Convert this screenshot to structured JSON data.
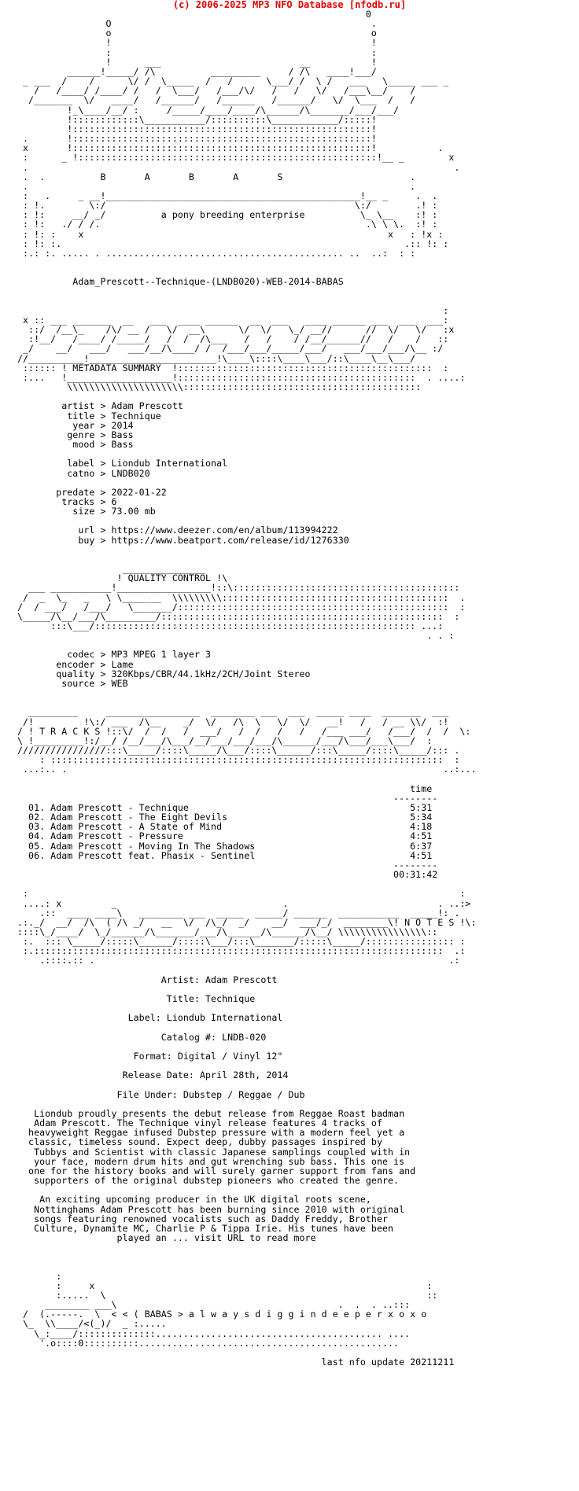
{
  "header": "(c) 2006-2025 MP3 NFO Database [nfodb.ru]",
  "lines": [
    "                                                               0",
    "                O                                               .",
    "                o                                               o",
    "                !                                               !",
    "                :                                               :",
    "                !      ___                         __           !",
    "         ______!_____/ /\\          _________     / /\\   ____!___/",
    " _ ___  /    /      \\/ /  \\_____  /   /      \\___/ /  \\ /   ___   \\_____ ___ _",
    "   /   /____/ /____/ /   /  \\___/   /___/\\/   /   /   \\/   /___\\__/    /",
    "  /_______  \\/   ____/   /______/   /______   /______/   \\/  \\___  /   /",
    "         !_\\____/__/ :     /_____/____/____/\\______/\\_______/___/___/",
    "         !::::::::::::\\___________/::::::::::\\____________/:::::!",
    "         !::::::::::::::::::::::::::::::::::::::::::::::::::::::!",
    " .       !::::::::::::::::::::::::::::::::::::::::::::::::::::::!",
    " x       !::::::::::::::::::::::::::::::::::::::::::::::::::::::!           .",
    " :      _ !::::::::::::::::::::::::::::::::::::::::::::::::::::::!__ _        x",
    " .                                                                             .",
    " .  .          B       A       B       A       S                       .",
    " .                                                                     .",
    " :   .     _ __!______________________________________________!__ _     .  .",
    " : !.        \\:/                                             \\:/        .! :",
    " : !:     __/ _/          a pony breeding enterprise          \\_ \\__    :! :",
    " : !:   ./ / /.                                                .\\ \\ \\.  :! :",
    " : !: :    x                                                       x   : !x :",
    " : !: :.                                                              .:: !: :",
    " :.: :. ..... . ........................................... ..  ..:  : :",
    "",
    "",
    "          Adam_Prescott--Technique-(LNDB020)-WEB-2014-BABAS",
    "",
    "",
    "                                                                             :",
    " x :: ___ _______  __   ___  ____ ______  __  ___   ____ ______ ___  ___  ___:",
    "  ::/  /__\\_    /\\/ __ /   \\/  __\\      \\/  \\/   \\_/ __//      //  \\/   \\/   :x",
    "  :!__/   /____/ /_____/   /  /  /\\___   /   /    / /__/______//   /    /   ::",
    " _/    __/   ___/   ___/__/\\____/ /  /___/___/_____/___/   ___/___/___/\\__ :/",
    "//__________!_______________________!\\____\\::::\\____\\___/::\\____\\__\\___/",
    " :::::: ! METADATA SUMMARY  !::::::::::::::::::::::::::::::::::::::::::::::  :",
    " :...   !___________________!:::::::::::::::::::::::::::::::::::::::::::  . ....:",
    "         \\\\\\\\\\\\\\\\\\\\\\\\\\\\\\\\\\\\\\\\\\:::::::::::::::::::::::::::::::::::::::::::",
    "",
    "        artist > Adam Prescott",
    "         title > Technique",
    "          year > 2014",
    "         genre > Bass",
    "          mood > Bass",
    "",
    "         label > Liondub International",
    "         catno > LNDB020",
    "",
    "       predate > 2022-01-22",
    "        tracks > 6",
    "          size > 73.00 mb",
    "",
    "           url > https://www.deezer.com/en/album/113994222",
    "           buy > https://www.beatport.com/release/id/1276330",
    "",
    "",
    "                   _______________",
    "                  ! QUALITY CONTROL !\\",
    "  ___ ___________!_________________!::\\:::::::::::::::::::::::::::::::::::::::::",
    " /  _  \\_   _   \\ \\_______  \\\\\\\\\\\\\\\\\\:::::::::::::::::::::::::::::::::::::::::  .",
    "/  / ___/   /___/   \\_______/:::::::::::::::::::::::::::::::::::::::::::::::::  :",
    "\\_____/\\__/___/\\_________/:::::::::::::::::::::::::::::::::::::::::::::::::::  :",
    "      :::\\___/:::::::::::::::::::::::::::::::::::::::::::::::::::::::::: ...:",
    "                                                                          . . :",
    "",
    "         codec > MP3 MPEG 1 layer 3",
    "       encoder > Lame",
    "       quality > 320Kbps/CBR/44.1kHz/2CH/Joint Stereo",
    "        source > WEB",
    "",
    "",
    "  _________     _________________  ________ ___  ___  _____ ____  _______  ___",
    " /!         !\\:/ ___  /\\__    _/  \\/   /\\  \\   \\/  \\/   __!   /   / __ \\\\/  :!",
    "/ ! T R A C K S !::\\/  /  /   /  ___/   /  /   /   /   /___ ___/   /___/  /  /  \\:",
    "\\ !_________!:/__/ /__/___/\\___/__/___/___/___/\\______/___/\\___/___\\___/  :",
    "////////////////:::\\_____/::::\\_____/\\___/::::\\______/:::\\_____/::::\\_____/::: .",
    "    : :::::::::::::::::::::::::::::::::::::::::::::::::::::::::::::::::::::::  :",
    " ...:.. .                                                                    ..:...",
    "",
    "                                                                       time",
    "                                                                    --------",
    "  01. Adam Prescott - Technique                                        5:31",
    "  02. Adam Prescott - The Eight Devils                                 5:34",
    "  03. Adam Prescott - A State of Mind                                  4:18",
    "  04. Adam Prescott - Pressure                                         4:51",
    "  05. Adam Prescott - Moving In The Shadows                            6:37",
    "  06. Adam Prescott feat. Phasix - Sentinel                            4:51",
    "                                                                    --------",
    "                                                                    00:31:42",
    "",
    " :                                                                              :",
    " ....: x         _                              .                           . ..:>",
    "    .::  ____ ____\\   ________ ___  _____  _____/ ______  ___________  _____!: .",
    ".:._/  __/  /\\  ( /\\ _/   __  \\/  /\\_/  _/    __/  ___/_/  ________\\! N O T E S !\\:",
    "::::\\_/____/  \\_/______/\\_______/___/\\______/\\______/\\__/ \\\\\\\\\\\\\\\\\\\\\\\\\\\\\\\\::",
    " :.  ::: \\_____/:::::\\______/:::::\\___/:::\\_______/:::::\\_____/:::::::::::::::: :",
    " :.::::::::::::::::::::::::::::::::::::::::::::::::::::::::::::::::::::::::::  .:",
    "    .::::.:: .                                                                .:",
    "",
    "                          Artist: Adam Prescott",
    "",
    "                           Title: Technique",
    "",
    "                    Label: Liondub International",
    "",
    "                          Catalog #: LNDB-020",
    "",
    "                     Format: Digital / Vinyl 12\"",
    "",
    "                   Release Date: April 28th, 2014",
    "",
    "                  File Under: Dubstep / Reggae / Dub",
    "",
    "   Liondub proudly presents the debut release from Reggae Roast badman",
    "   Adam Prescott. The Technique vinyl release features 4 tracks of",
    "  heavyweight Reggae infused Dubstep pressure with a modern feel yet a",
    "  classic, timeless sound. Expect deep, dubby passages inspired by",
    "   Tubbys and Scientist with classic Japanese samplings coupled with in",
    "   your face, modern drum hits and gut wrenching sub bass. This one is",
    "  one for the history books and will surely garner support from fans and",
    "   supporters of the original dubstep pioneers who created the genre.",
    "",
    "    An exciting upcoming producer in the UK digital roots scene,",
    "   Nottinghams Adam Prescott has been burning since 2010 with original",
    "   songs featuring renowned vocalists such as Daddy Freddy, Brother",
    "   Culture, Dynamite MC, Charlie P & Tippa Irie. His tunes have been",
    "                  played an ... visit URL to read more",
    "",
    "",
    "",
    "       :",
    "       :     x                                                            :",
    "       :.....  \\                                                          ::",
    "     ________ ___\\                                        .  .  . ..:::",
    " /  (.-----.  \\  < < ( BABAS > a l w a y s d i g g i n d e e p e r x o x o",
    " \\_  \\\\____/<(_)/  _ :.....",
    "   \\_:____/::::::::::::::......................................... ....",
    "    '.o::::0::::::::::...............................................",
    "",
    "                                                       last nfo update 20211211"
  ]
}
